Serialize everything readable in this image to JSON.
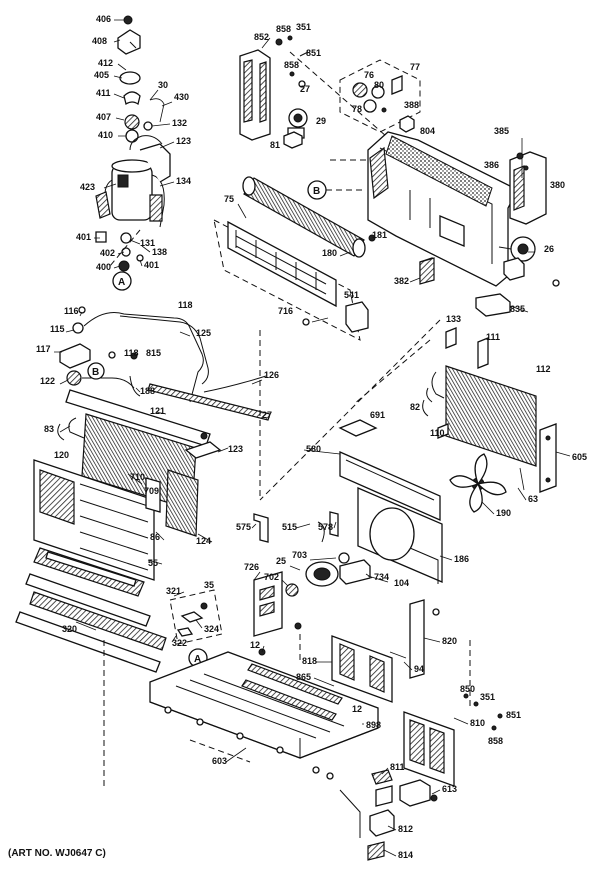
{
  "art_number": "(ART NO. WJ0647 C)",
  "markers": {
    "a_top": "A",
    "a_bottom": "A",
    "b_top": "B",
    "b_left": "B"
  },
  "labels": {
    "l406": "406",
    "l408": "408",
    "l412": "412",
    "l405": "405",
    "l411": "411",
    "l30": "30",
    "l407": "407",
    "l430": "430",
    "l410": "410",
    "l132": "132",
    "l123": "123",
    "l423": "423",
    "l134": "134",
    "l401a": "401",
    "l402": "402",
    "l400": "400",
    "l401b": "401",
    "l131": "131",
    "l138": "138",
    "l852": "852",
    "l858a": "858",
    "l351a": "351",
    "l851": "851",
    "l858b": "858",
    "l27": "27",
    "l29": "29",
    "l81": "81",
    "l76": "76",
    "l80": "80",
    "l77": "77",
    "l78": "78",
    "l388": "388",
    "l804": "804",
    "l385": "385",
    "l386": "386",
    "l380": "380",
    "l75": "75",
    "l180": "180",
    "l181": "181",
    "l26": "26",
    "l382": "382",
    "l541": "541",
    "l716": "716",
    "l835": "835",
    "l116": "116",
    "l118a": "118",
    "l115": "115",
    "l125": "125",
    "l117": "117",
    "l118b": "118",
    "l815": "815",
    "l122": "122",
    "l188": "188",
    "l126": "126",
    "l121": "121",
    "l27b": "27",
    "l83": "83",
    "l133": "133",
    "l111": "111",
    "l112": "112",
    "l691": "691",
    "l82": "82",
    "l110": "110",
    "l120": "120",
    "l123b": "123",
    "l580": "580",
    "l605": "605",
    "l710": "710",
    "l709": "709",
    "l63": "63",
    "l190": "190",
    "l86": "86",
    "l124": "124",
    "l575": "575",
    "l515": "515",
    "l578": "578",
    "l186": "186",
    "l55": "55",
    "l726": "726",
    "l25": "25",
    "l703": "703",
    "l702": "702",
    "l734": "734",
    "l104": "104",
    "l321": "321",
    "l35": "35",
    "l320": "320",
    "l324": "324",
    "l322": "322",
    "l820": "820",
    "l12": "12",
    "l818": "818",
    "l94": "94",
    "l865": "865",
    "l850": "850",
    "l351b": "351",
    "l810": "810",
    "l851b": "851",
    "l858c": "858",
    "l12b": "12",
    "l898": "898",
    "l603": "603",
    "l811": "811",
    "l613": "613",
    "l812": "812",
    "l814": "814"
  }
}
